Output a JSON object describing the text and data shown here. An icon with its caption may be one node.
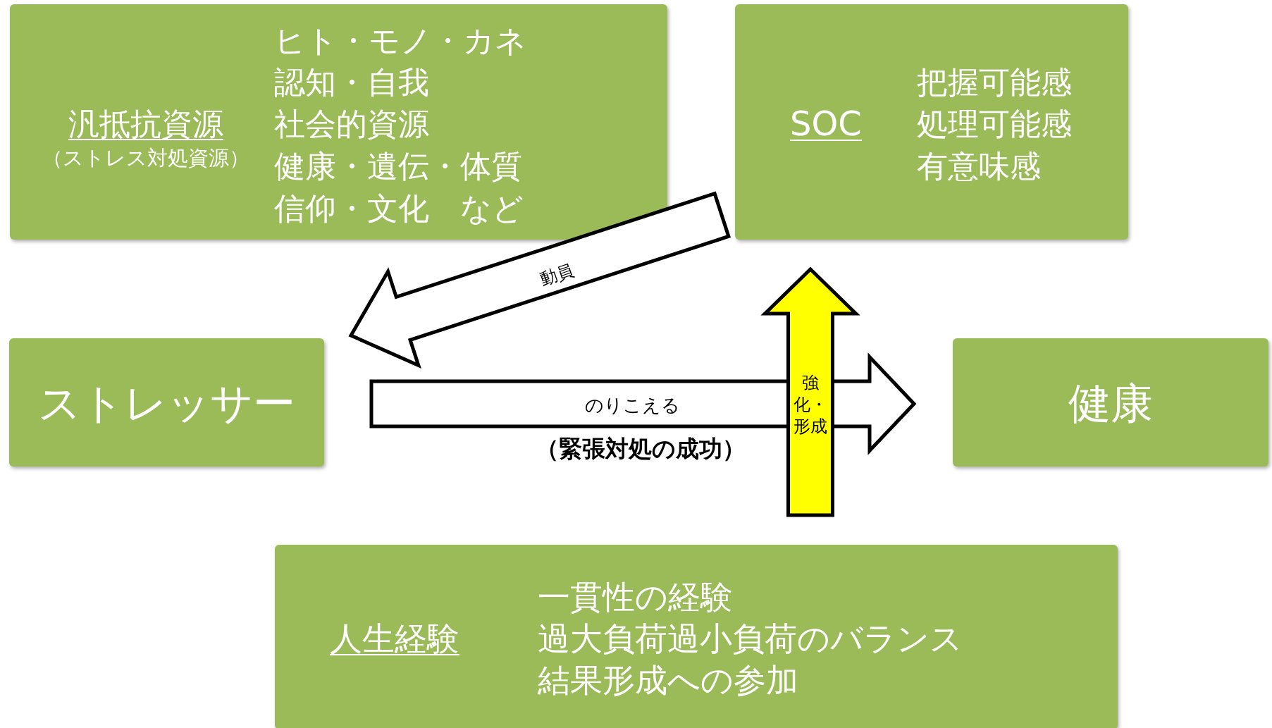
{
  "diagram": {
    "nodes": [
      {
        "text": [
          "汎抵抗資源",
          "（ストレス対処資源）",
          "ヒト・モノ・カネ",
          "認知・自我",
          "社会的資源",
          "健康・遺伝・体質",
          "信仰・文化　など"
        ]
      },
      {
        "text": [
          "SOC",
          "把握可能感",
          "処理可能感",
          "有意味感"
        ]
      },
      {
        "text": [
          "ストレッサー"
        ]
      },
      {
        "text": [
          "健康"
        ]
      },
      {
        "text": [
          "人生経験",
          "一貫性の経験",
          "過大負荷過小負荷のバランス",
          "結果形成への参加"
        ]
      }
    ],
    "edges": [
      {
        "from": 1,
        "to": 2,
        "arrow": "to",
        "label": "動員"
      },
      {
        "from": 2,
        "to": 3,
        "arrow": "to",
        "label": "のりこえる"
      },
      {
        "from": 4,
        "to": 1,
        "arrow": "to",
        "label": "強化・形成",
        "color": "#ffff00"
      }
    ],
    "labels": [
      "（緊張対処の成功）"
    ]
  }
}
